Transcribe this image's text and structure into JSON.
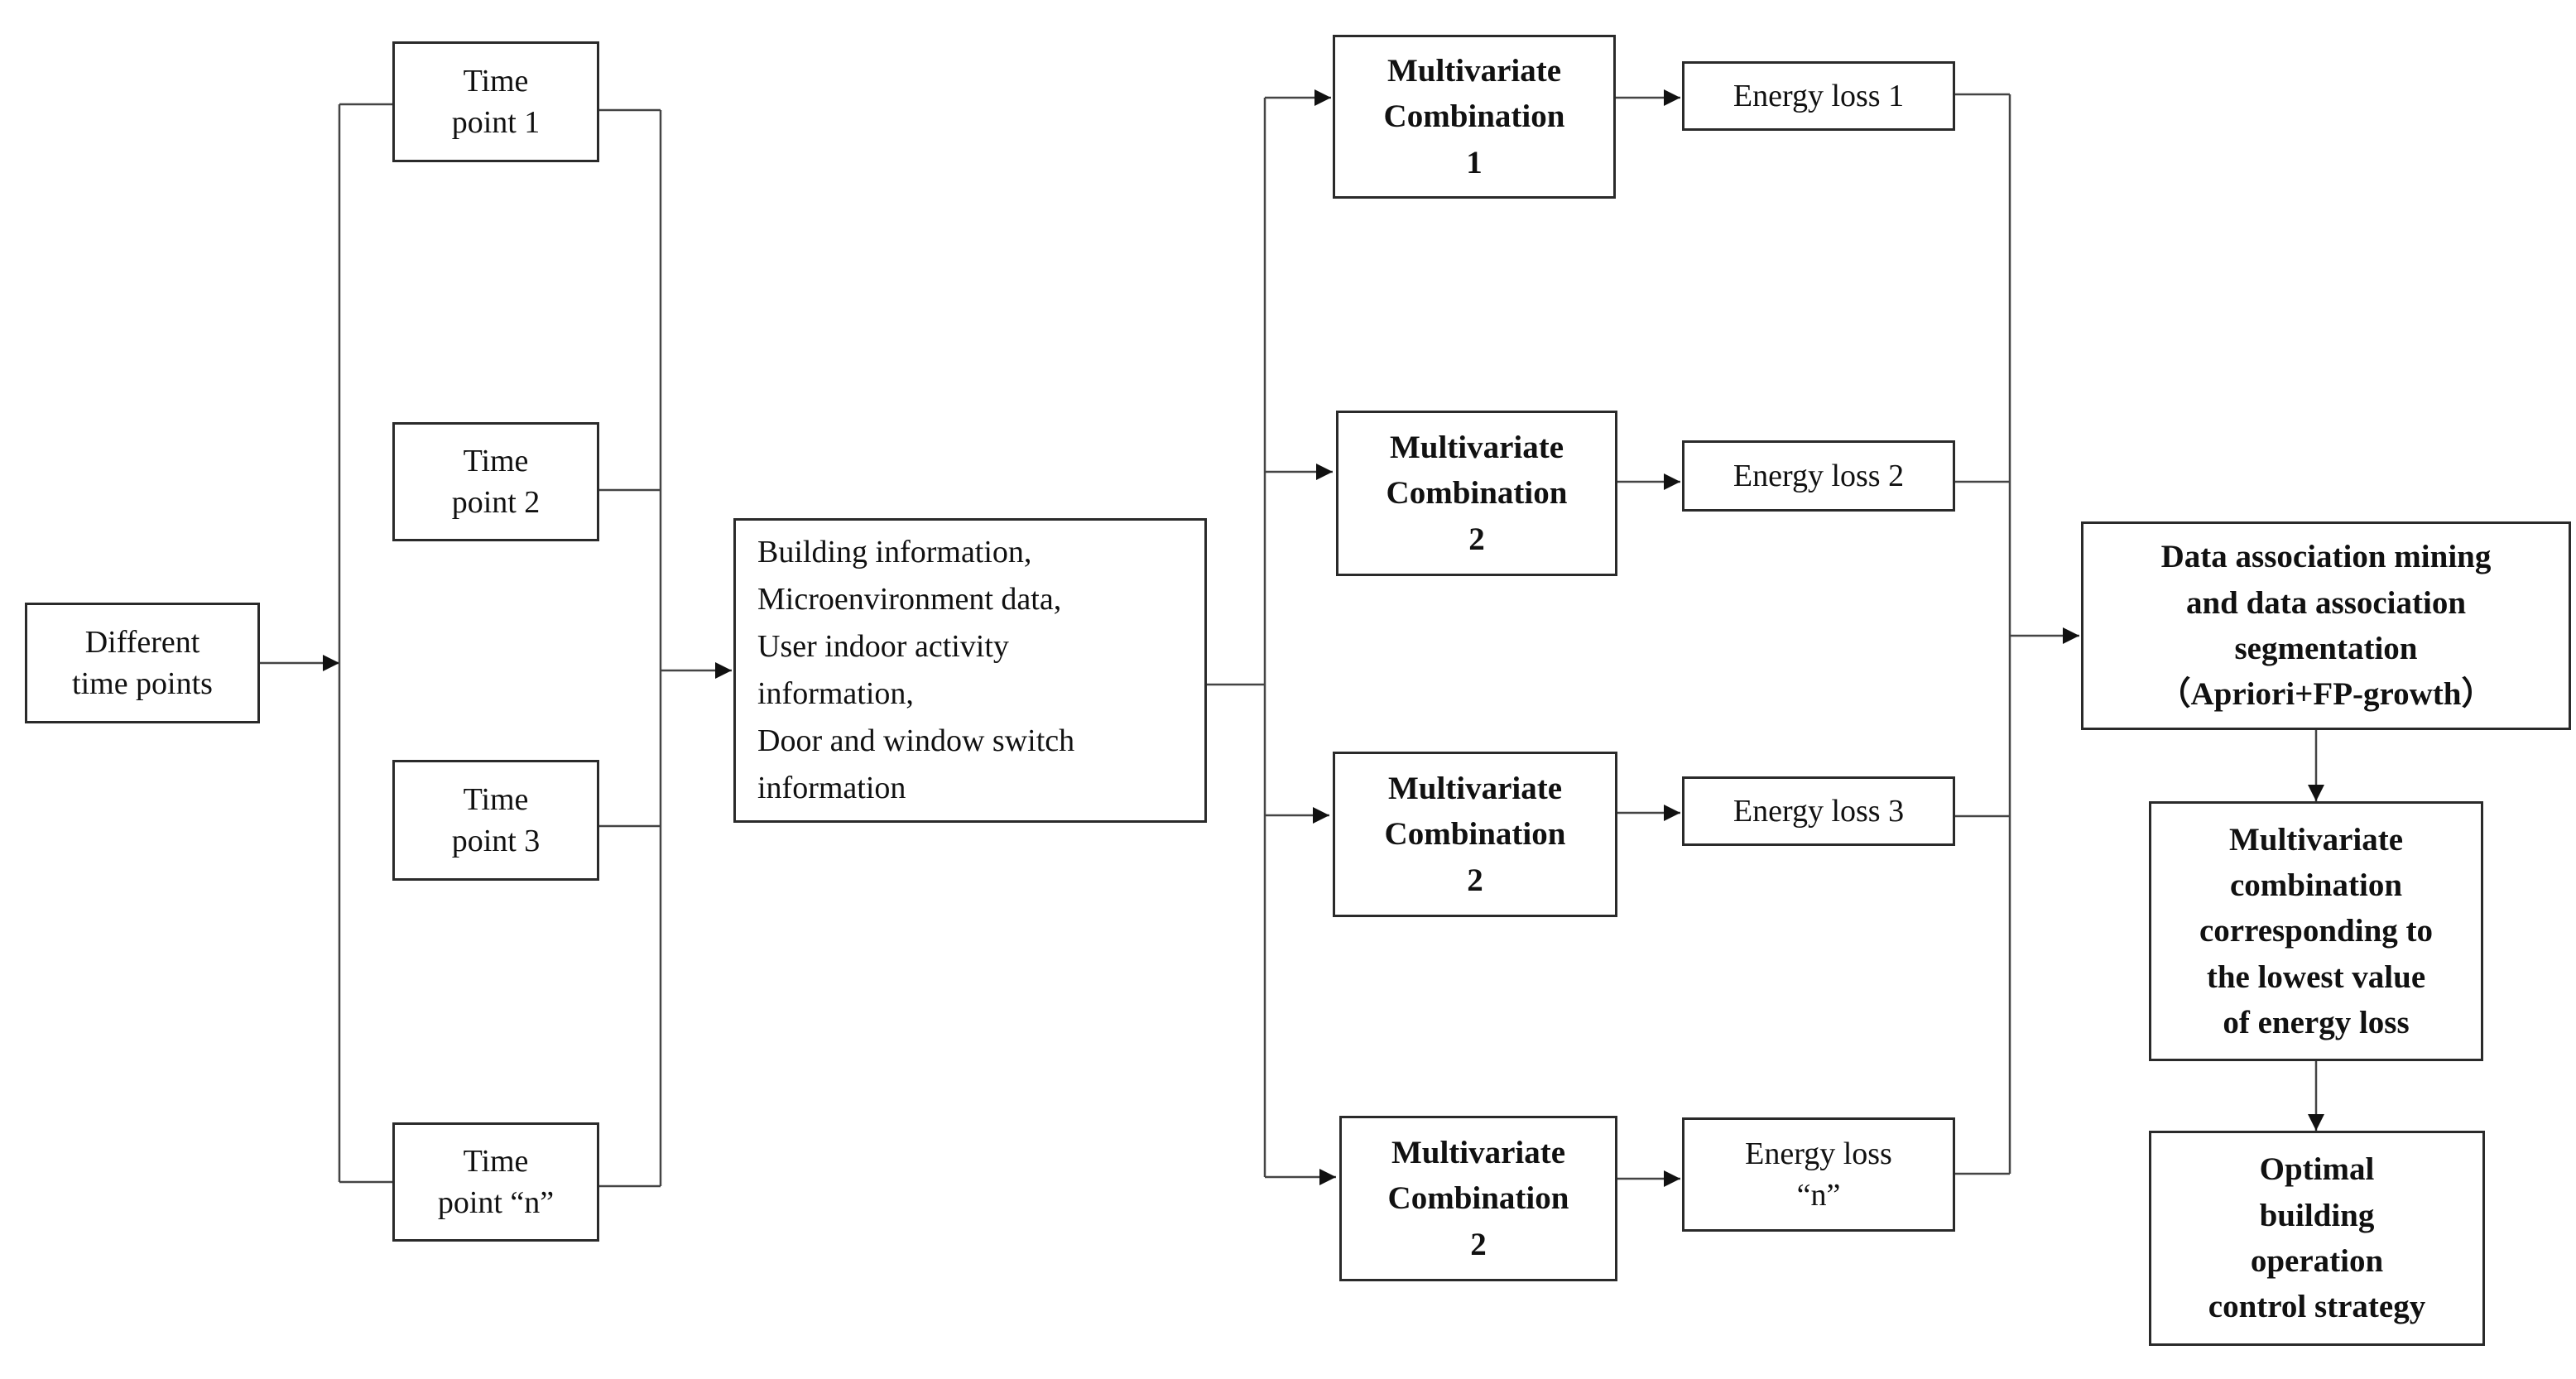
{
  "nodes": {
    "different": [
      "Different",
      "time points"
    ],
    "tp1": [
      "Time",
      "point 1"
    ],
    "tp2": [
      "Time",
      "point 2"
    ],
    "tp3": [
      "Time",
      "point 3"
    ],
    "tpn": [
      "Time",
      "point “n”"
    ],
    "building": [
      "Building information,",
      "Microenvironment data,",
      "User indoor activity",
      "information,",
      "Door and window switch",
      "information"
    ],
    "mc1": [
      "Multivariate",
      "Combination",
      "1"
    ],
    "mc2": [
      "Multivariate",
      "Combination",
      "2"
    ],
    "mc3": [
      "Multivariate",
      "Combination",
      "2"
    ],
    "mcn": [
      "Multivariate",
      "Combination",
      "2"
    ],
    "el1": [
      "Energy loss 1"
    ],
    "el2": [
      "Energy loss 2"
    ],
    "el3": [
      "Energy loss 3"
    ],
    "eln": [
      "Energy loss",
      "“n”"
    ],
    "mining": [
      "Data association mining",
      "and data association",
      "segmentation",
      "（Apriori+FP-growth）"
    ],
    "lowest": [
      "Multivariate",
      "combination",
      "corresponding to",
      "the lowest value",
      "of energy loss"
    ],
    "optimal": [
      "Optimal",
      "building",
      "operation",
      "control strategy"
    ]
  },
  "colors": {
    "line": "#444444",
    "border": "#2a2a2a"
  }
}
